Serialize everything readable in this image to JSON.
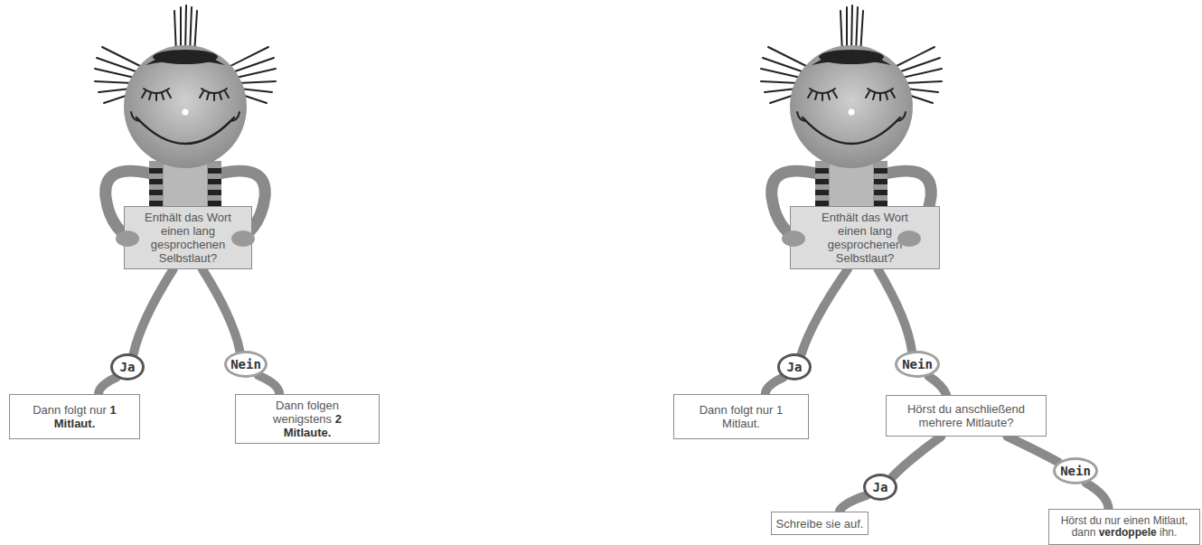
{
  "diagram": {
    "nodes": [
      {
        "text": [
          "Enthält das Wort einen lang gesprochenen Selbstlaut?"
        ]
      },
      {
        "text": [
          "Ja"
        ]
      },
      {
        "text": [
          "Nein"
        ]
      },
      {
        "text": [
          "Dann folgt nur 1 Mitlaut."
        ]
      },
      {
        "text": [
          "Dann folgen wenigstens 2 Mitlaute."
        ]
      },
      {
        "text": [
          "Enthält das Wort einen lang gesprochenen Selbstlaut?"
        ]
      },
      {
        "text": [
          "Ja"
        ]
      },
      {
        "text": [
          "Nein"
        ]
      },
      {
        "text": [
          "Dann folgt nur 1 Mitlaut."
        ]
      },
      {
        "text": [
          "Hörst du anschließend mehrere Mitlaute?"
        ]
      },
      {
        "text": [
          "Ja"
        ]
      },
      {
        "text": [
          "Nein"
        ]
      },
      {
        "text": [
          "Schreibe sie auf."
        ]
      },
      {
        "text": [
          "Hörst du nur einen Mitlaut, dann verdoppele ihn."
        ]
      }
    ],
    "edges": [
      {
        "from": 0,
        "to": 1,
        "arrow": "none"
      },
      {
        "from": 0,
        "to": 2,
        "arrow": "none"
      },
      {
        "from": 1,
        "to": 3,
        "arrow": "none"
      },
      {
        "from": 2,
        "to": 4,
        "arrow": "none"
      },
      {
        "from": 5,
        "to": 6,
        "arrow": "none"
      },
      {
        "from": 5,
        "to": 7,
        "arrow": "none"
      },
      {
        "from": 6,
        "to": 8,
        "arrow": "none"
      },
      {
        "from": 7,
        "to": 9,
        "arrow": "none"
      },
      {
        "from": 9,
        "to": 10,
        "arrow": "none"
      },
      {
        "from": 9,
        "to": 11,
        "arrow": "none"
      },
      {
        "from": 10,
        "to": 12,
        "arrow": "none"
      },
      {
        "from": 11,
        "to": 13,
        "arrow": "none"
      }
    ]
  }
}
